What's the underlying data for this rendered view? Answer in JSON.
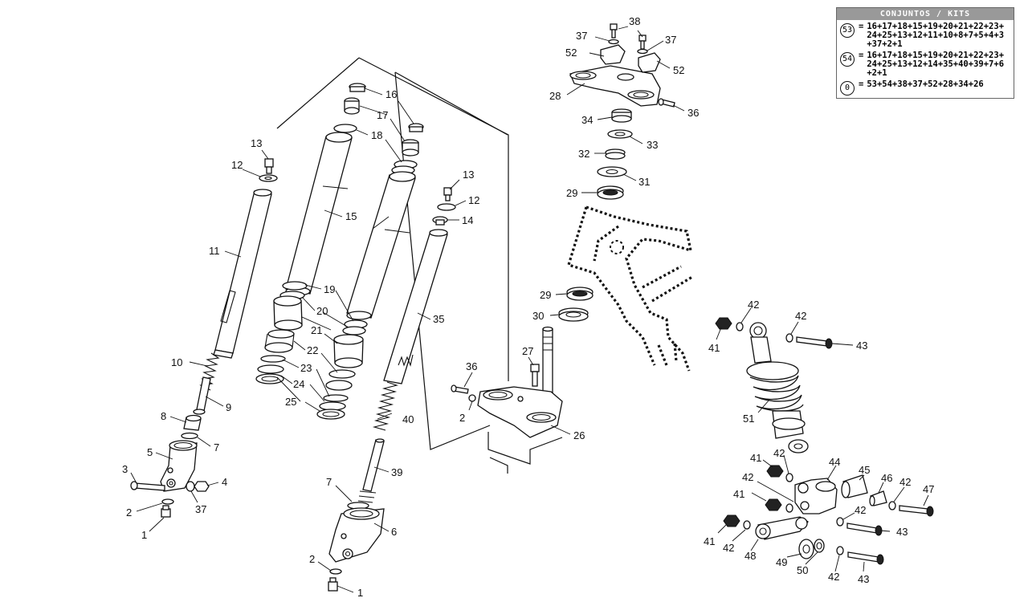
{
  "kits_table": {
    "title": "CONJUNTOS / KITS",
    "rows": [
      {
        "badge": "53",
        "eq": "=",
        "formula": "16+17+18+15+19+20+21+22+23+24+25+13+12+11+10+8+7+5+4+3+37+2+1"
      },
      {
        "badge": "54",
        "eq": "=",
        "formula": "16+17+18+15+19+20+21+22+23+24+25+13+12+14+35+40+39+7+6+2+1"
      },
      {
        "badge": "0",
        "eq": "=",
        "formula": "53+54+38+37+52+28+34+26"
      }
    ]
  },
  "callouts": {
    "c13a": "13",
    "c12a": "12",
    "c11": "11",
    "c10": "10",
    "c9": "9",
    "c8": "8",
    "c7a": "7",
    "c5": "5",
    "c3": "3",
    "c4": "4",
    "c37a": "37",
    "c2a": "2",
    "c1a": "1",
    "c16": "16",
    "c17": "17",
    "c18": "18",
    "c15": "15",
    "c19": "19",
    "c20": "20",
    "c21": "21",
    "c22": "22",
    "c23": "23",
    "c24": "24",
    "c25": "25",
    "c13b": "13",
    "c12b": "12",
    "c14": "14",
    "c35": "35",
    "c40": "40",
    "c39": "39",
    "c7b": "7",
    "c6": "6",
    "c2b": "2",
    "c1b": "1",
    "c36a": "36",
    "c2c": "2",
    "c27": "27",
    "c26": "26",
    "c38": "38",
    "c37b": "37",
    "c37c": "37",
    "c52a": "52",
    "c52b": "52",
    "c28": "28",
    "c36b": "36",
    "c34": "34",
    "c33": "33",
    "c32": "32",
    "c31": "31",
    "c29a": "29",
    "c29b": "29",
    "c30": "30",
    "c41a": "41",
    "c42a": "42",
    "c42b": "42",
    "c43a": "43",
    "c51": "51",
    "c41b": "41",
    "c42c": "42",
    "c44": "44",
    "c45": "45",
    "c46": "46",
    "c42d": "42",
    "c47": "47",
    "c41c": "41",
    "c42e": "42",
    "c42f": "42",
    "c43b": "43",
    "c41d": "41",
    "c42g": "42",
    "c48": "48",
    "c49": "49",
    "c50": "50",
    "c42h": "42",
    "c43c": "43"
  }
}
